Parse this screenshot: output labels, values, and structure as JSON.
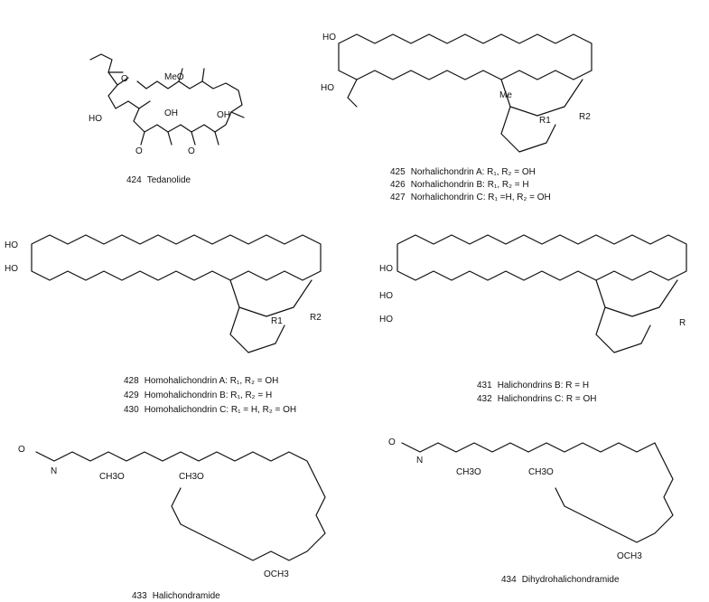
{
  "figure": {
    "compounds": [
      {
        "id": "424",
        "name": "Tedanolide",
        "lines": []
      },
      {
        "id": "425",
        "name": "Norhalichondrin A: R₁, R₂ = OH"
      },
      {
        "id": "426",
        "name": "Norhalichondrin B: R₁, R₂ = H"
      },
      {
        "id": "427",
        "name": "Norhalichondrin C: R₁ =H, R₂ = OH"
      },
      {
        "id": "428",
        "name": "Homohalichondrin A: R₁, R₂ = OH"
      },
      {
        "id": "429",
        "name": "Homohalichondrin B: R₁, R₂ = H"
      },
      {
        "id": "430",
        "name": "Homohalichondrin C: R₁ = H, R₂ = OH"
      },
      {
        "id": "431",
        "name": "Halichondrins B: R = H"
      },
      {
        "id": "432",
        "name": "Halichondrins C: R = OH"
      },
      {
        "id": "433",
        "name": "Halichondramide"
      },
      {
        "id": "434",
        "name": "Dihydrohalichondramide"
      }
    ],
    "atom_labels": {
      "ho": "HO",
      "oh": "OH",
      "o": "O",
      "h": "H",
      "me": "Me",
      "meo": "MeO",
      "ch3o": "CH3O",
      "och3": "OCH3",
      "n": "N",
      "r": "R",
      "r1": "R1",
      "r2": "R2"
    }
  }
}
